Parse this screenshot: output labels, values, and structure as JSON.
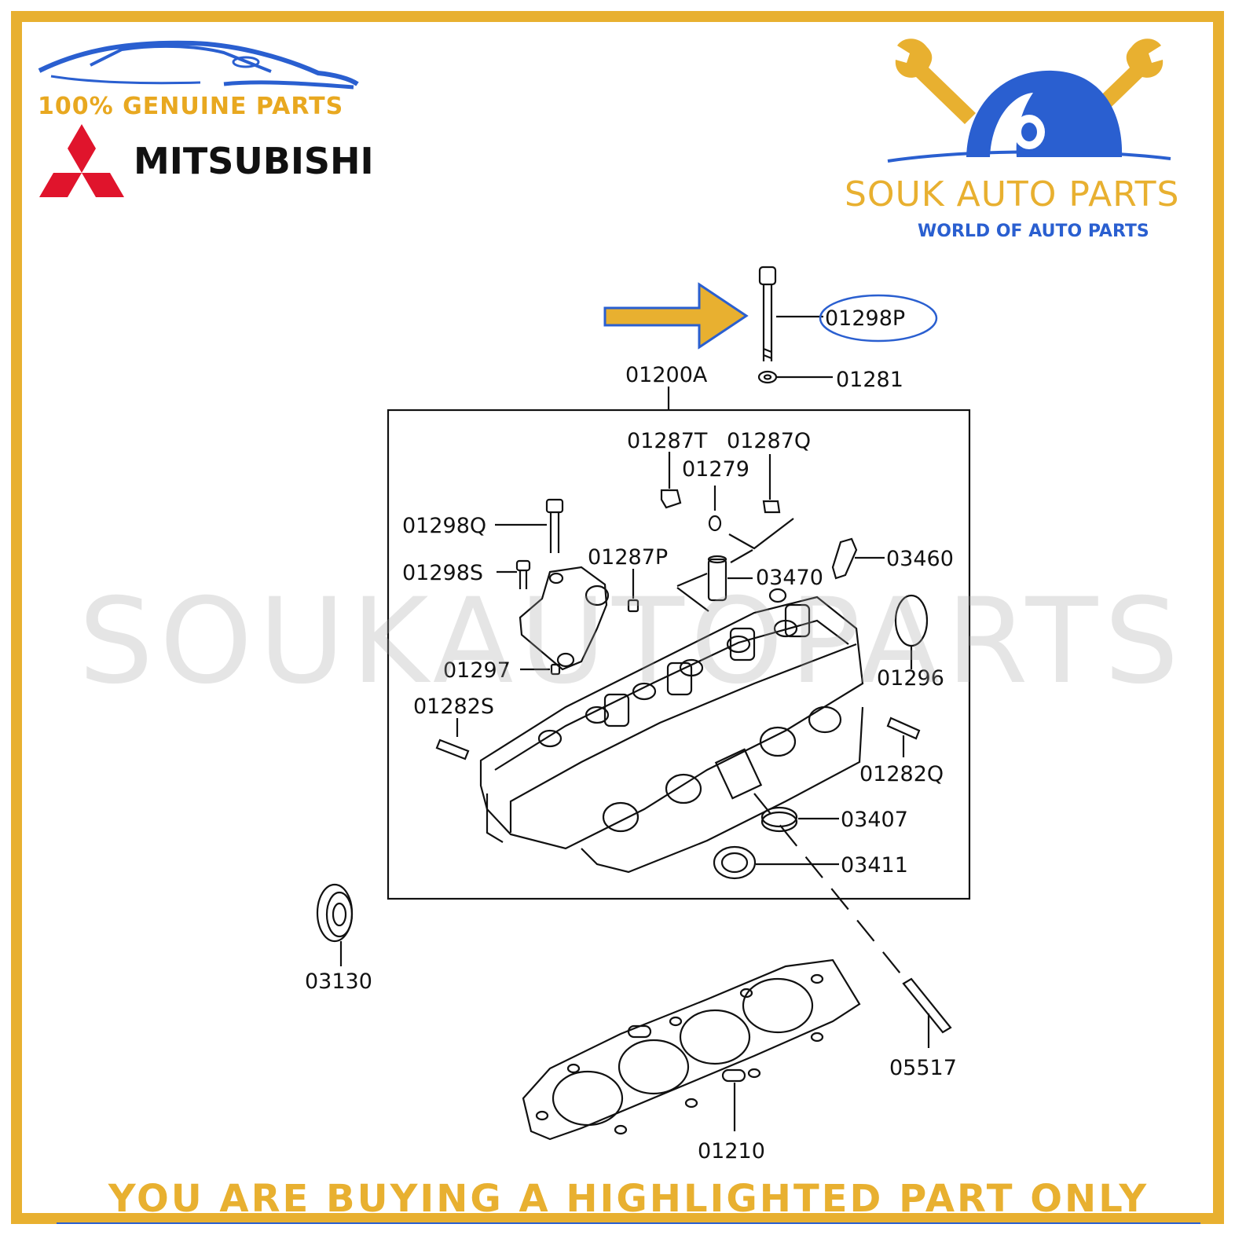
{
  "header": {
    "genuine_text": "100% GENUINE PARTS",
    "brand_name": "MITSUBISHI",
    "shop_name": "SOUK AUTO PARTS",
    "shop_tagline": "WORLD OF AUTO PARTS"
  },
  "watermark": "SOUKAUTOPARTS",
  "notice": "YOU ARE BUYING A HIGHLIGHTED PART ONLY",
  "highlighted_part": "01298P",
  "labels": {
    "p01298P": "01298P",
    "p01281": "01281",
    "p01200A": "01200A",
    "p01287T": "01287T",
    "p01287Q": "01287Q",
    "p01279": "01279",
    "p01298Q": "01298Q",
    "p01287P": "01287P",
    "p03460": "03460",
    "p01298S": "01298S",
    "p03470": "03470",
    "p01297": "01297",
    "p01296": "01296",
    "p01282S": "01282S",
    "p01282Q": "01282Q",
    "p03407": "03407",
    "p03411": "03411",
    "p03130": "03130",
    "p05517": "05517",
    "p01210": "01210"
  },
  "colors": {
    "frame": "#e8b030",
    "accent_blue": "#2a5fd0",
    "mitsubishi_red": "#e0142c"
  }
}
